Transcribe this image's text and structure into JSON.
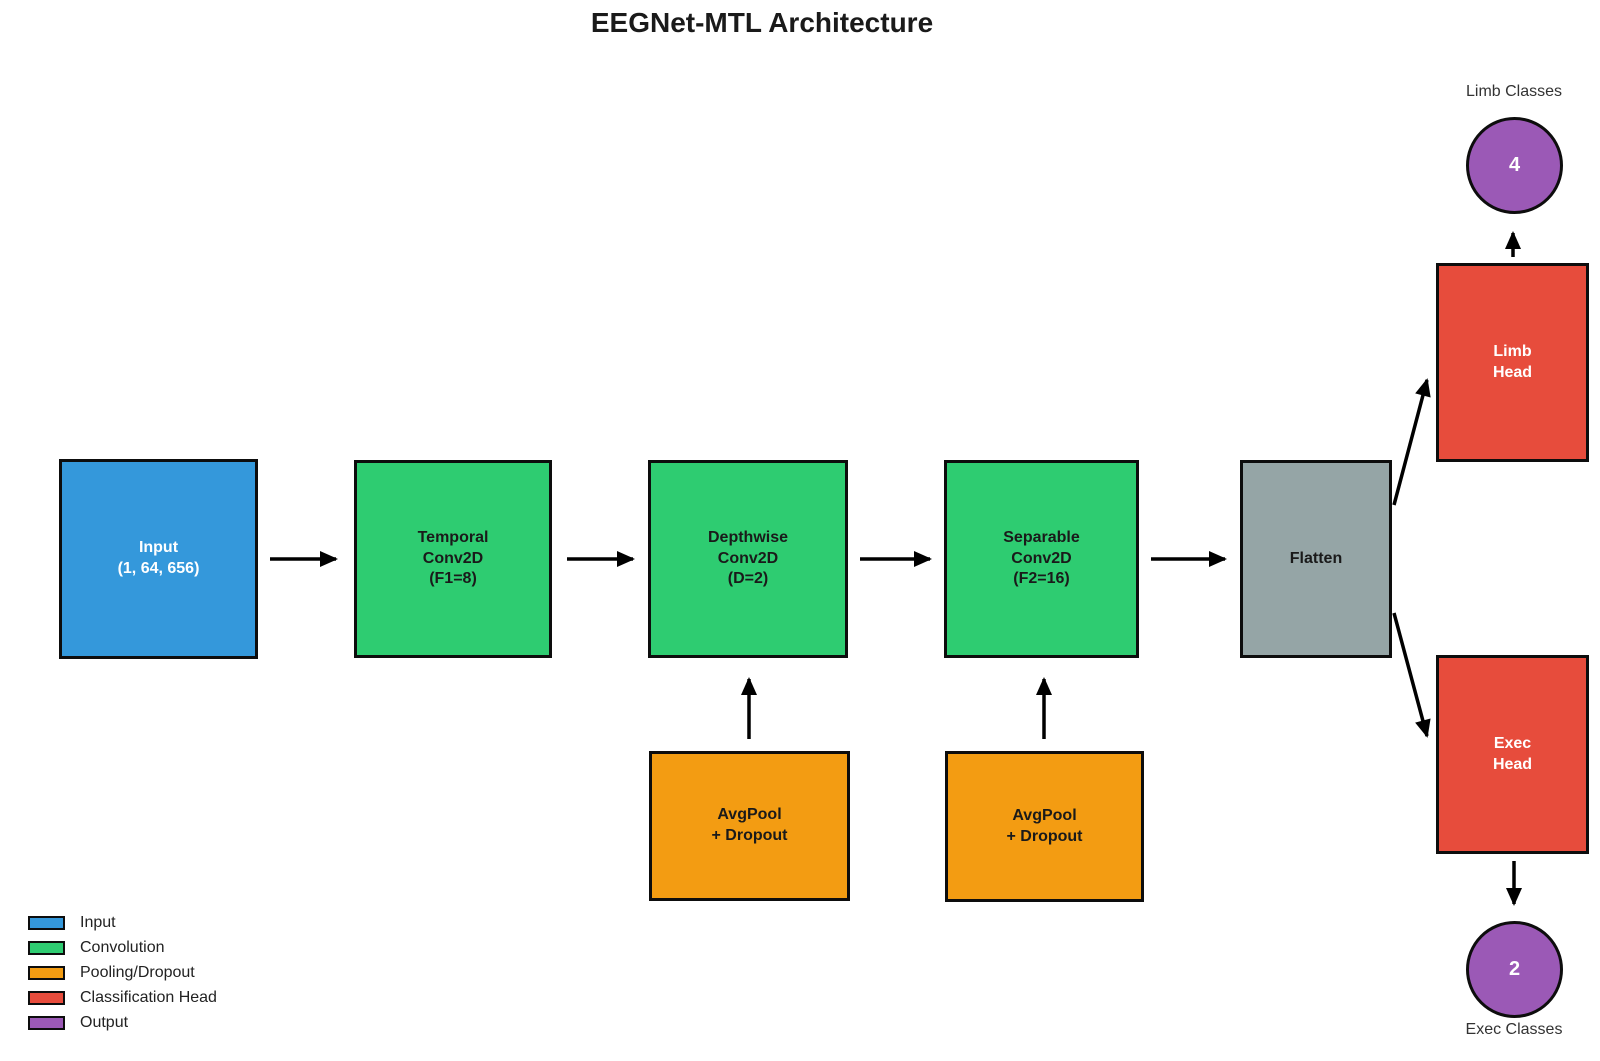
{
  "title": "EEGNet-MTL Architecture",
  "colors": {
    "input": "#3498db",
    "convolution": "#2ecc71",
    "pooling": "#f39c12",
    "head": "#e74c3c",
    "output": "#9b59b6",
    "flatten": "#95a5a6"
  },
  "nodes": {
    "input": {
      "label": "Input\n(1, 64, 656)"
    },
    "temporal": {
      "label": "Temporal\nConv2D\n(F1=8)"
    },
    "depthwise": {
      "label": "Depthwise\nConv2D\n(D=2)"
    },
    "separable": {
      "label": "Separable\nConv2D\n(F2=16)"
    },
    "flatten": {
      "label": "Flatten"
    },
    "avgpool1": {
      "label": "AvgPool\n+ Dropout"
    },
    "avgpool2": {
      "label": "AvgPool\n+ Dropout"
    },
    "limb_head": {
      "label": "Limb\nHead"
    },
    "exec_head": {
      "label": "Exec\nHead"
    },
    "limb_output": {
      "value": "4",
      "caption": "Limb Classes"
    },
    "exec_output": {
      "value": "2",
      "caption": "Exec Classes"
    }
  },
  "legend": {
    "items": [
      {
        "label": "Input",
        "color": "#3498db"
      },
      {
        "label": "Convolution",
        "color": "#2ecc71"
      },
      {
        "label": "Pooling/Dropout",
        "color": "#f39c12"
      },
      {
        "label": "Classification Head",
        "color": "#e74c3c"
      },
      {
        "label": "Output",
        "color": "#9b59b6"
      }
    ]
  }
}
